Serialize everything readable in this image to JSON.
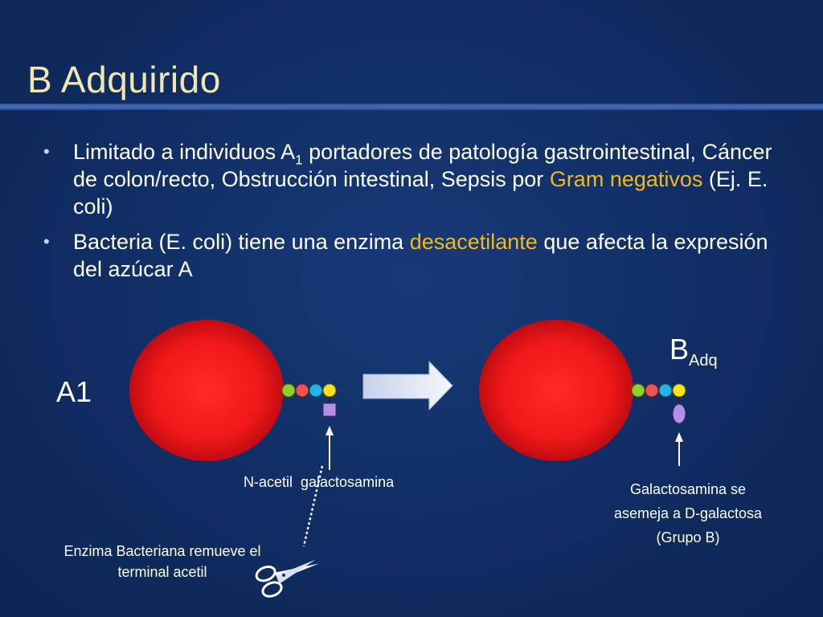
{
  "slide": {
    "title": "B Adquirido",
    "bullets": [
      {
        "parts": [
          {
            "text": "Limitado a individuos A"
          },
          {
            "text": "1",
            "sub": true
          },
          {
            "text": " portadores de patología gastrointestinal, Cáncer de colon/recto, Obstrucción intestinal, Sepsis por "
          },
          {
            "text": "Gram negativos",
            "highlight": true
          },
          {
            "text": " (Ej. E. coli)"
          }
        ]
      },
      {
        "parts": [
          {
            "text": "Bacteria (E. coli) tiene una enzima "
          },
          {
            "text": "desacetilante",
            "highlight": true
          },
          {
            "text": " que afecta la expresión del azúcar A"
          }
        ]
      }
    ]
  },
  "diagram": {
    "cell_left_label": "A1",
    "cell_right_label_main": "B",
    "cell_right_label_sub": "Adq",
    "label_nacetil": "N-acetil  galactosamina",
    "label_enzyme_line1": "Enzima Bacteriana remueve el",
    "label_enzyme_line2": "terminal acetil",
    "label_galacto_line1": "Galactosamina se",
    "label_galacto_line2": "asemeja a D-galactosa",
    "label_galacto_line3": "(Grupo B)",
    "sugar_colors": [
      "#8fcf2a",
      "#ef5350",
      "#22b6e6",
      "#f6e21a"
    ],
    "terminal_square_color": "#b48ee8",
    "terminal_oval_color": "#b48ee8",
    "cell_color": "#ff1a1a",
    "arrow_color": "#dfe6f5",
    "icons": [
      "right-arrow-icon",
      "scissors-icon"
    ]
  }
}
